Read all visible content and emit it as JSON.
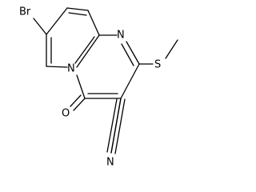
{
  "molecule": {
    "atoms": {
      "bromine": "Br",
      "ring_nitrogen_upper": "N",
      "ring_nitrogen_bridge": "N",
      "sulfur": "S",
      "oxygen": "O",
      "nitrile_nitrogen": "N"
    }
  }
}
